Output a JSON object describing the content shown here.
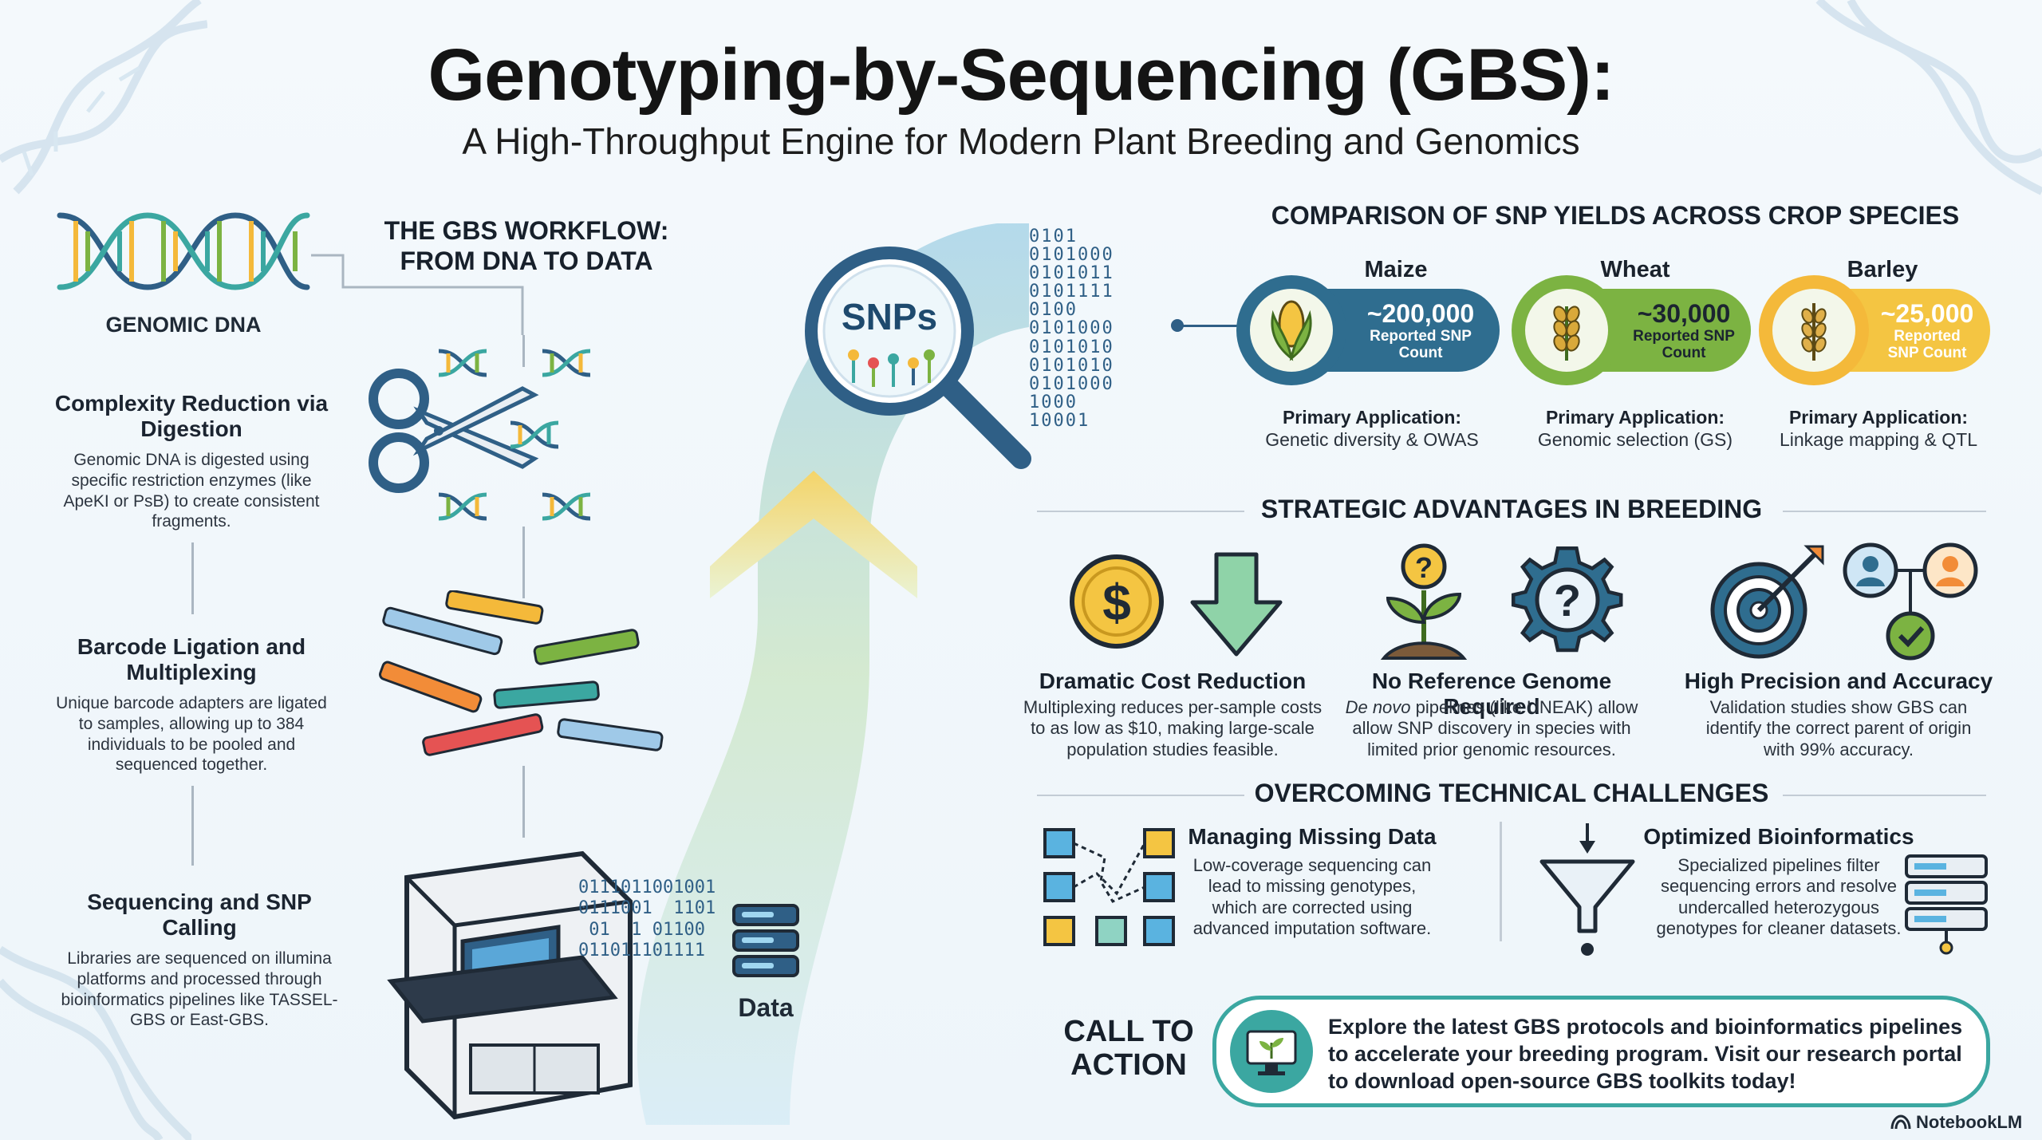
{
  "header": {
    "title": "Genotyping-by-Sequencing (GBS):",
    "subtitle": "A High-Throughput Engine for Modern Plant Breeding and Genomics"
  },
  "workflow": {
    "heading_line1": "THE GBS WORKFLOW:",
    "heading_line2": "FROM DNA TO DATA",
    "dna_label": "GENOMIC DNA",
    "steps": [
      {
        "title": "Complexity Reduction via Digestion",
        "desc": "Genomic DNA is digested using specific restriction enzymes (like ApeKI or PsB) to create consistent fragments."
      },
      {
        "title": "Barcode Ligation and Multiplexing",
        "desc": "Unique barcode adapters are ligated to samples, allowing up to 384 individuals to be pooled and sequenced together."
      },
      {
        "title": "Sequencing and SNP Calling",
        "desc": "Libraries are sequenced on illumina platforms and processed through bioinformatics pipelines like TASSEL-GBS or East-GBS."
      }
    ],
    "snps_label": "SNPs",
    "data_label": "Data"
  },
  "comparison": {
    "heading": "COMPARISON OF SNP YIELDS ACROSS CROP SPECIES",
    "crops": [
      {
        "name": "Maize",
        "count": "~200,000",
        "count_label": "Reported SNP Count",
        "app_label": "Primary Application:",
        "app_value": "Genetic diversity & OWAS",
        "color": "#2f6d8f"
      },
      {
        "name": "Wheat",
        "count": "~30,000",
        "count_label": "Reported SNP Count",
        "app_label": "Primary Application:",
        "app_value": "Genomic selection (GS)",
        "color": "#7cb342"
      },
      {
        "name": "Barley",
        "count": "~25,000",
        "count_label": "Reported SNP Count",
        "app_label": "Primary Application:",
        "app_value": "Linkage mapping & QTL",
        "color": "#f4b93a"
      }
    ]
  },
  "advantages": {
    "heading": "STRATEGIC ADVANTAGES IN BREEDING",
    "items": [
      {
        "title": "Dramatic Cost Reduction",
        "desc": "Multiplexing reduces per-sample costs to as low as $10, making large-scale population studies feasible."
      },
      {
        "title": "No Reference Genome Required",
        "desc_em": "De novo",
        "desc": " pipelines (like UNEAK) allow allow SNP discovery in species with limited prior genomic resources."
      },
      {
        "title": "High Precision and Accuracy",
        "desc": "Validation studies show GBS can identify the correct parent of origin with 99% accuracy."
      }
    ],
    "icons": {
      "dollar": "$",
      "question": "?"
    }
  },
  "challenges": {
    "heading": "OVERCOMING TECHNICAL CHALLENGES",
    "items": [
      {
        "title": "Managing Missing Data",
        "desc": "Low-coverage sequencing can lead to missing genotypes, which are corrected using advanced imputation software."
      },
      {
        "title": "Optimized Bioinformatics",
        "desc": "Specialized pipelines filter sequencing errors and resolve undercalled heterozygous genotypes for cleaner datasets."
      }
    ]
  },
  "cta": {
    "label_line1": "CALL TO",
    "label_line2": "ACTION",
    "text": "Explore the latest GBS protocols and bioinformatics pipelines to accelerate your breeding program. Visit our research portal to download open-source GBS toolkits today!"
  },
  "footer": {
    "brand": "NotebookLM"
  },
  "colors": {
    "teal": "#3ba7a1",
    "navy": "#2f5f86",
    "green": "#7cb342",
    "gold": "#f4b93a"
  }
}
